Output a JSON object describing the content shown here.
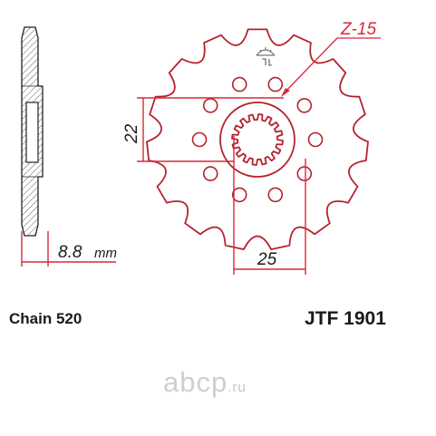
{
  "product": {
    "chain": "Chain 520",
    "model": "JTF 1901"
  },
  "dimensions": {
    "teeth": "Z-15",
    "height": "22",
    "width": "25",
    "thickness": "8.8",
    "thickness_unit": "mm"
  },
  "watermark": {
    "name": "abcp",
    "tld": ".ru"
  },
  "colors": {
    "outline": "#b4232e",
    "dimension": "#d8283a",
    "hatch": "#4a4a4a",
    "text": "#1a1a1a"
  }
}
